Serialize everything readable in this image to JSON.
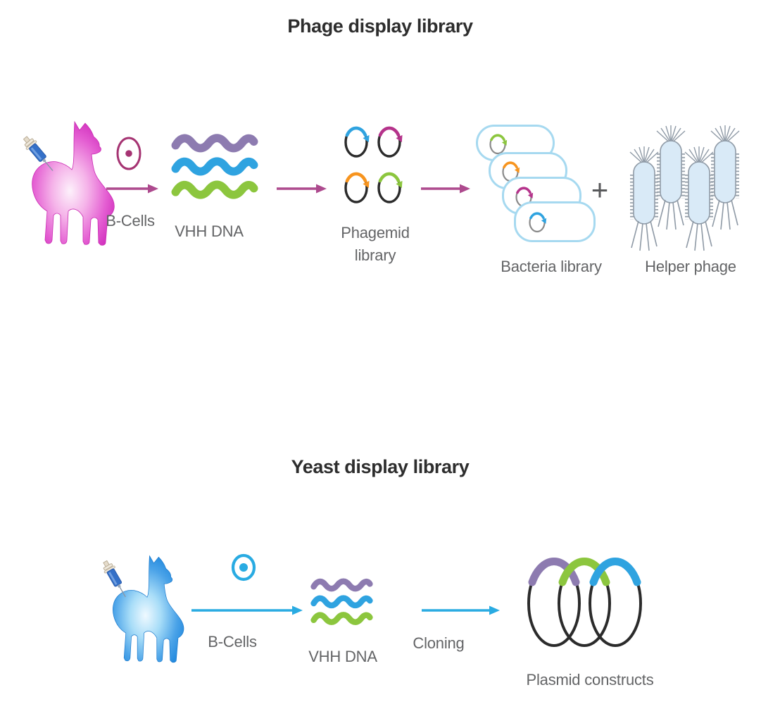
{
  "figure": {
    "background": "#ffffff",
    "title_color": "#2d2d2d",
    "label_color": "#636466"
  },
  "phage_section": {
    "title": "Phage display library",
    "arrow_color": "#ad4a8e",
    "alpaca": {
      "body_color": "#d02cbc",
      "syringe_color": "#3470c8"
    },
    "b_cells": {
      "label": "B-Cells",
      "icon_color": "#a53372"
    },
    "vhh_dna": {
      "label": "VHH DNA",
      "wave_colors": [
        "#8d7bb0",
        "#2fa3e0",
        "#8cc63e"
      ]
    },
    "phagemid_library": {
      "label_line1": "Phagemid",
      "label_line2": "library",
      "ring_color": "#2b2b2b",
      "insert_colors": [
        "#2fa3e0",
        "#b5338b",
        "#f7941e",
        "#8cc63e"
      ]
    },
    "bacteria_library": {
      "label": "Bacteria library",
      "cell_outline_color": "#a6d9f0",
      "plasmid_colors": [
        "#8cc63e",
        "#f7941e",
        "#b5338b",
        "#2fa3e0"
      ]
    },
    "plus": "+",
    "helper_phage": {
      "label": "Helper phage",
      "body_color": "#d9eaf7",
      "outline_color": "#8f9aa6"
    }
  },
  "yeast_section": {
    "title": "Yeast display library",
    "arrow_color": "#29abe2",
    "alpaca": {
      "body_color": "#1d86dd",
      "syringe_color": "#2f5fb8"
    },
    "b_cells": {
      "label": "B-Cells",
      "icon_color": "#29abe2"
    },
    "vhh_dna": {
      "label": "VHH DNA",
      "wave_colors": [
        "#8d7bb0",
        "#2fa3e0",
        "#8cc63e"
      ]
    },
    "cloning": {
      "label": "Cloning"
    },
    "plasmid_constructs": {
      "label": "Plasmid constructs",
      "ring_color": "#2b2b2b",
      "arc_colors": [
        "#8d7bb0",
        "#8cc63e",
        "#2fa3e0"
      ]
    }
  }
}
